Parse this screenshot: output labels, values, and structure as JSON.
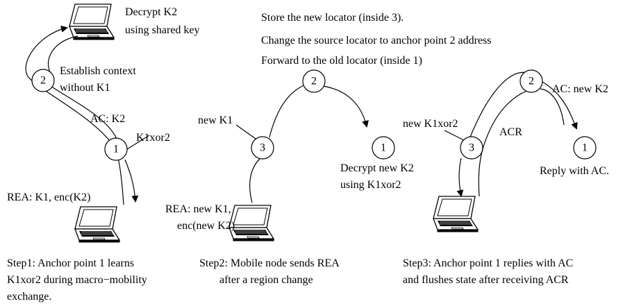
{
  "panel1": {
    "top_laptop_label": [
      "Decrypt K2",
      "using shared key"
    ],
    "establish_label": [
      "Establish context",
      "without K1"
    ],
    "ac_label": "AC: K2",
    "k1xor2_label": "K1xor2",
    "rea_label": "REA: K1, enc(K2)",
    "node_upper": "2",
    "node_lower": "1",
    "caption": [
      "Step1: Anchor point 1 learns",
      "K1xor2 during macro−mobility",
      "exchange."
    ]
  },
  "panel2": {
    "top_text": [
      "Store the new locator (inside 3).",
      "Change the source locator to anchor point 2 address",
      "Forward to the old locator (inside 1)"
    ],
    "new_k1_label": "new K1",
    "node_top": "2",
    "node_left": "3",
    "node_right": "1",
    "decrypt_label": [
      "Decrypt new K2",
      "using K1xor2"
    ],
    "rea_label": [
      "REA: new K1,",
      "enc(new K2)"
    ],
    "caption": [
      "Step2: Mobile node sends REA",
      "after a region change"
    ]
  },
  "panel3": {
    "node_top": "2",
    "node_left": "3",
    "node_right": "1",
    "ac_label": "AC: new K2",
    "new_k1xor2_label": "new K1xor2",
    "acr_label": "ACR",
    "reply_label": "Reply with AC.",
    "caption": [
      "Step3: Anchor point 1 replies with AC",
      "and flushes state after receiving ACR"
    ]
  }
}
